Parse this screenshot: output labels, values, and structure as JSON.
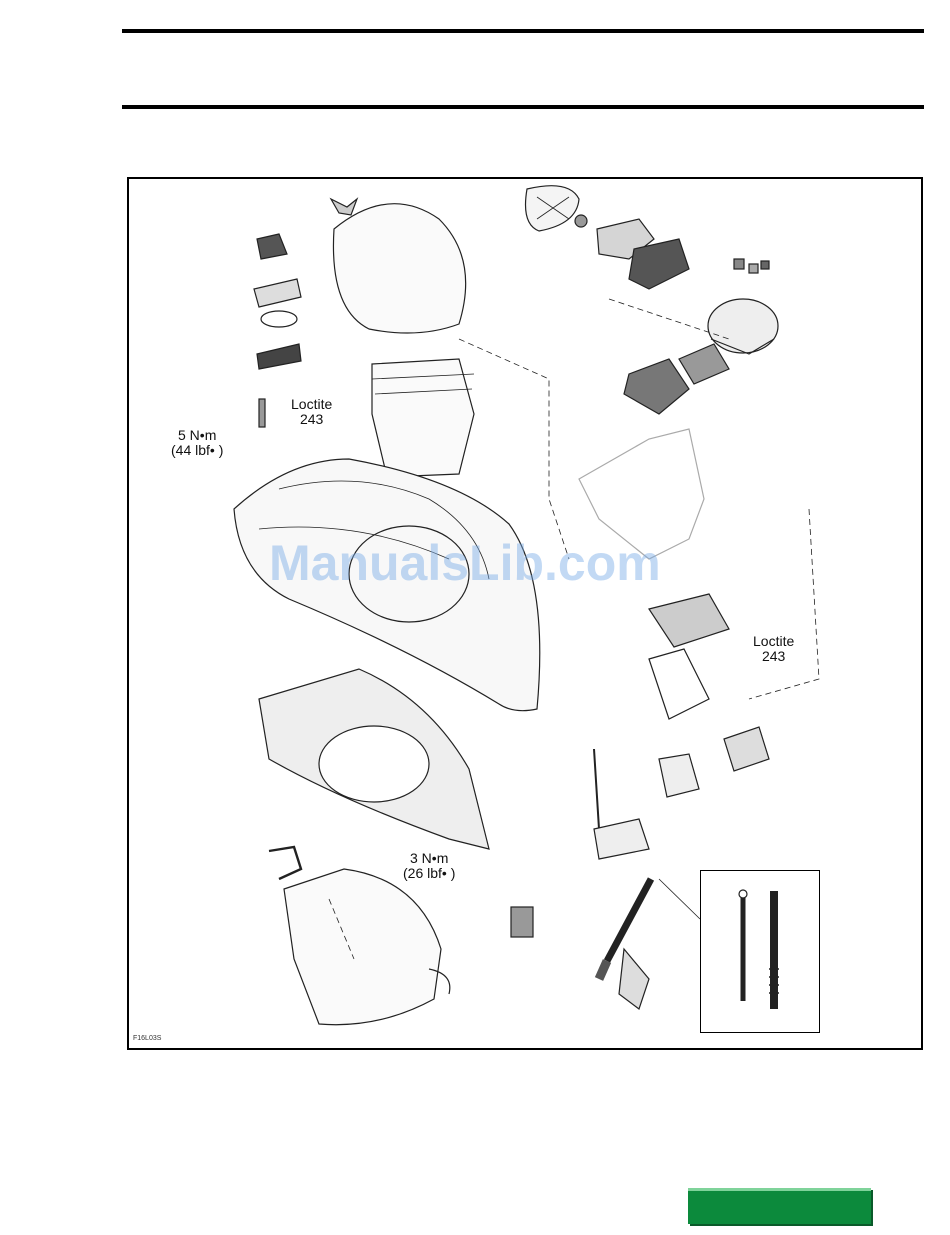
{
  "figure": {
    "code": "F16L03S",
    "watermark": "ManualsLib.com",
    "labels": {
      "torque_top_line1": "5 N•m",
      "torque_top_line2": "(44 lbf•    )",
      "loctite_top_line1": "Loctite",
      "loctite_top_line2": "243",
      "loctite_right_line1": "Loctite",
      "loctite_right_line2": "243",
      "torque_bottom_line1": "3 N•m",
      "torque_bottom_line2": "(26 lbf•    )"
    }
  },
  "colors": {
    "rule": "#000000",
    "green_tab": "#0c8a3c",
    "watermark": "#78aae6"
  }
}
